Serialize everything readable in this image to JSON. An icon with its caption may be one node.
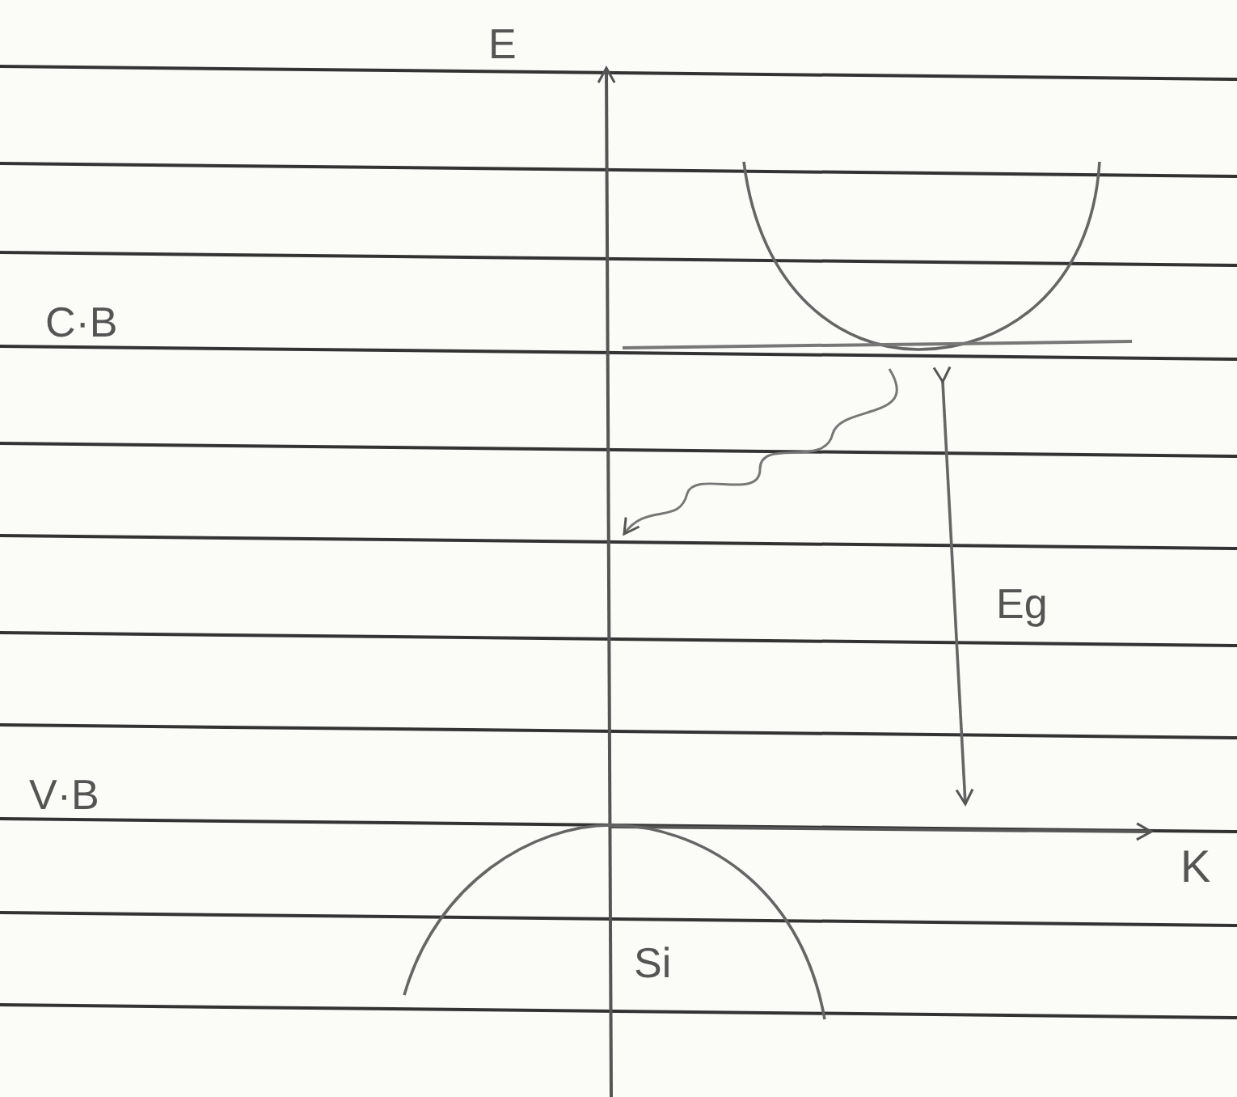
{
  "diagram": {
    "labels": [
      "E",
      "C·B",
      "Eg",
      "V·B",
      "K",
      "Si"
    ]
  }
}
